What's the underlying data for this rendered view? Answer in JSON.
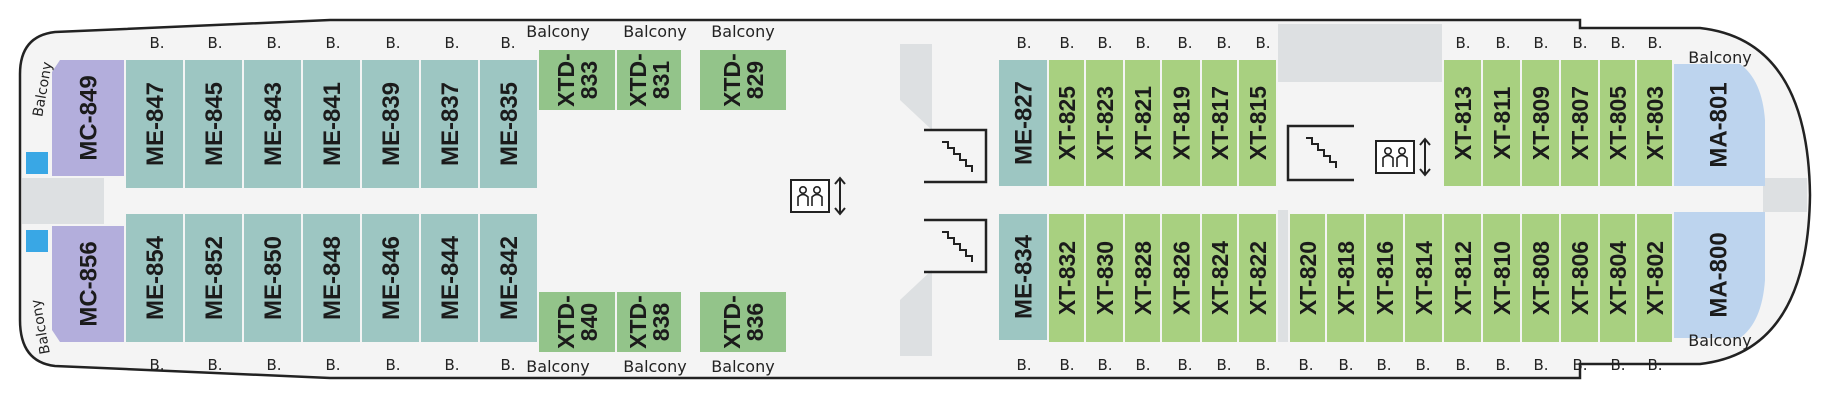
{
  "labels": {
    "balcony": "Balcony",
    "b": "B."
  },
  "colors": {
    "me": "#9dc6c2",
    "mc": "#b3aedc",
    "xtd": "#93c48a",
    "xt": "#a8d080",
    "ma": "#bdd4ee",
    "grey": "#dde0e2",
    "hull": "#f4f4f4",
    "water": "#39a7e5"
  },
  "icons": [
    "stairs-icon",
    "elevator-icon",
    "elevator-arrow-icon"
  ],
  "cabins": {
    "mc": [
      "MC-849",
      "MC-856"
    ],
    "me_top": [
      "ME-847",
      "ME-845",
      "ME-843",
      "ME-841",
      "ME-839",
      "ME-837",
      "ME-835"
    ],
    "me_bottom": [
      "ME-854",
      "ME-852",
      "ME-850",
      "ME-848",
      "ME-846",
      "ME-844",
      "ME-842"
    ],
    "xtd_top": [
      "XTD-833",
      "XTD-831",
      "XTD-829"
    ],
    "xtd_bottom": [
      "XTD-840",
      "XTD-838",
      "XTD-836"
    ],
    "me_center": [
      "ME-827",
      "ME-834"
    ],
    "xt_top_left": [
      "XT-825",
      "XT-823",
      "XT-821",
      "XT-819",
      "XT-817",
      "XT-815"
    ],
    "xt_top_right": [
      "XT-813",
      "XT-811",
      "XT-809",
      "XT-807",
      "XT-805",
      "XT-803"
    ],
    "xt_bottom_left": [
      "XT-832",
      "XT-830",
      "XT-828",
      "XT-826",
      "XT-824",
      "XT-822"
    ],
    "xt_bottom_right": [
      "XT-820",
      "XT-818",
      "XT-816",
      "XT-814",
      "XT-812",
      "XT-810",
      "XT-808",
      "XT-806",
      "XT-804",
      "XT-802"
    ],
    "ma": [
      "MA-801",
      "MA-800"
    ]
  }
}
